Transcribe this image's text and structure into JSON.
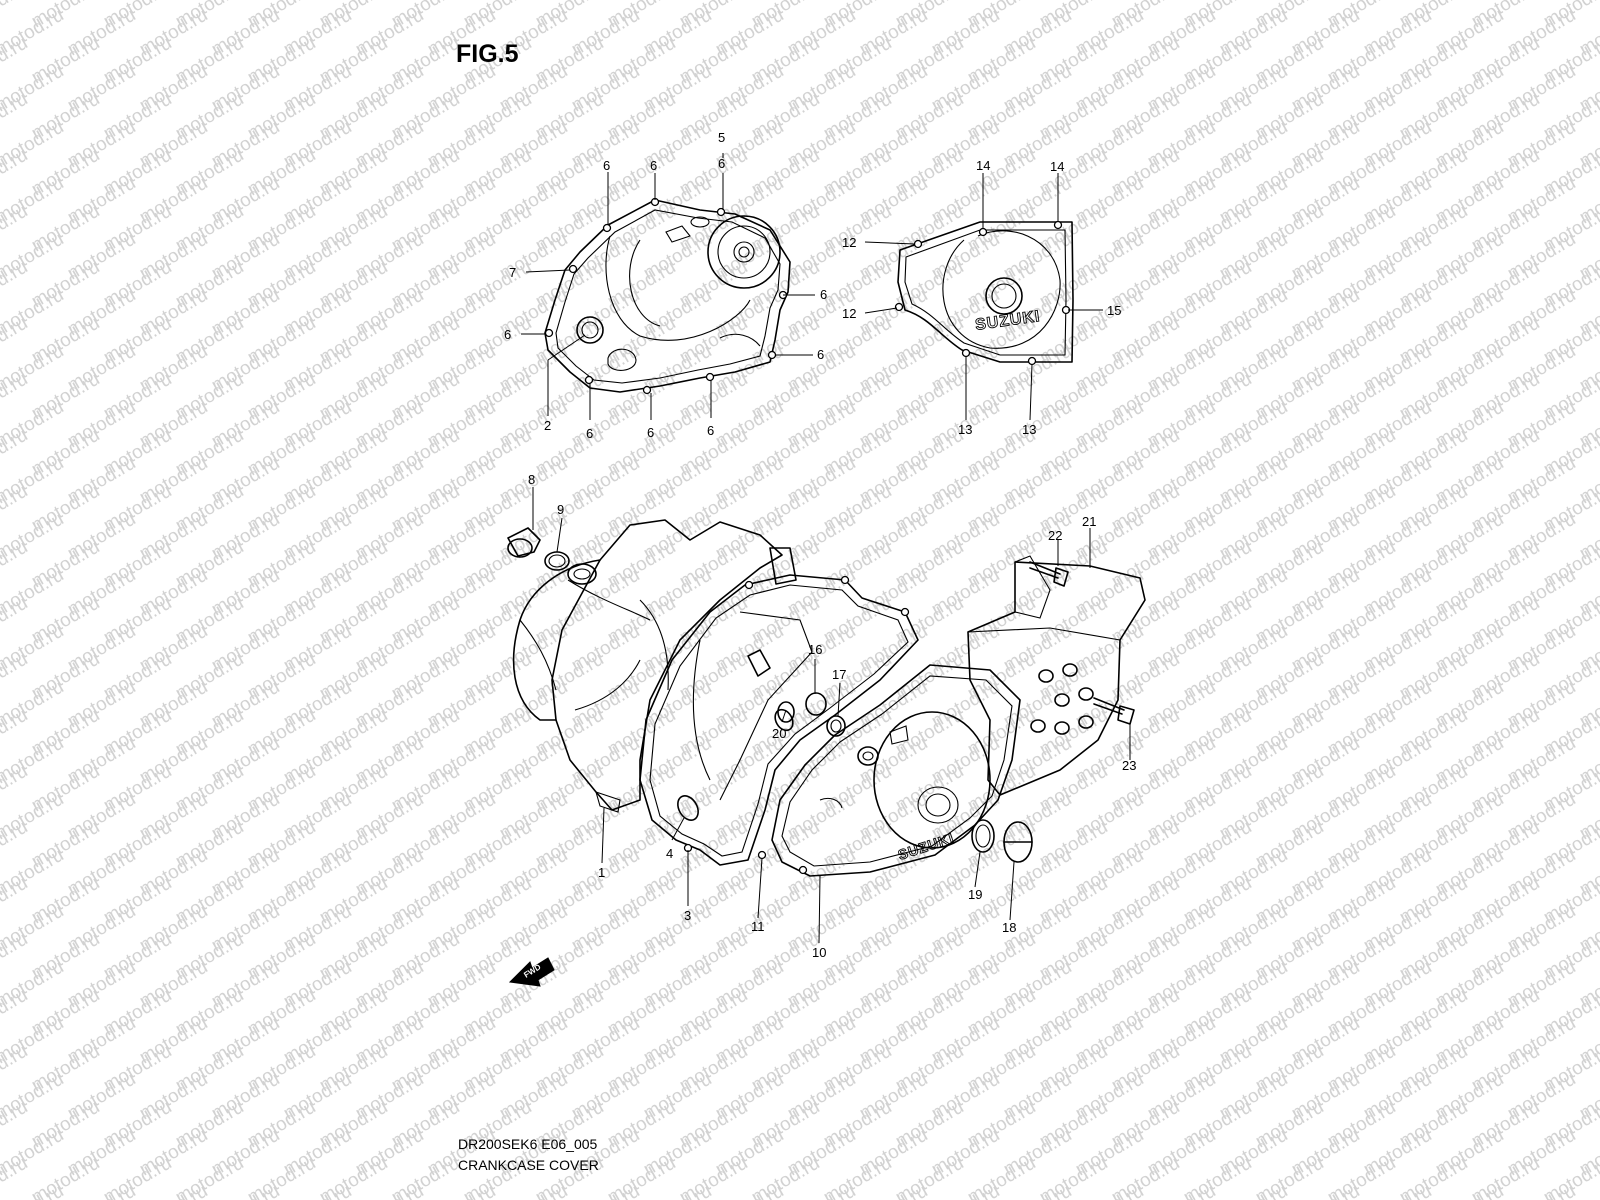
{
  "figure": {
    "title": "FIG.5",
    "code": "DR200SEK6 E06_005",
    "name": "CRANKCASE COVER"
  },
  "watermark": {
    "text": "motod.ru"
  },
  "fwd_arrow": {
    "label": "FWD"
  },
  "brand_marks": [
    "SUZUKI",
    "SUZUKI"
  ],
  "callouts": {
    "c5": "5",
    "c6": "6",
    "c7": "7",
    "c2": "2",
    "c14": "14",
    "c12": "12",
    "c15": "15",
    "c13": "13",
    "c8": "8",
    "c9": "9",
    "c22": "22",
    "c21": "21",
    "c16": "16",
    "c17": "17",
    "c20": "20",
    "c23": "23",
    "c1": "1",
    "c4": "4",
    "c3": "3",
    "c11": "11",
    "c10": "10",
    "c19": "19",
    "c18": "18"
  },
  "colors": {
    "line": "#000000",
    "background": "#ffffff",
    "watermark": "#d2d2d2"
  }
}
